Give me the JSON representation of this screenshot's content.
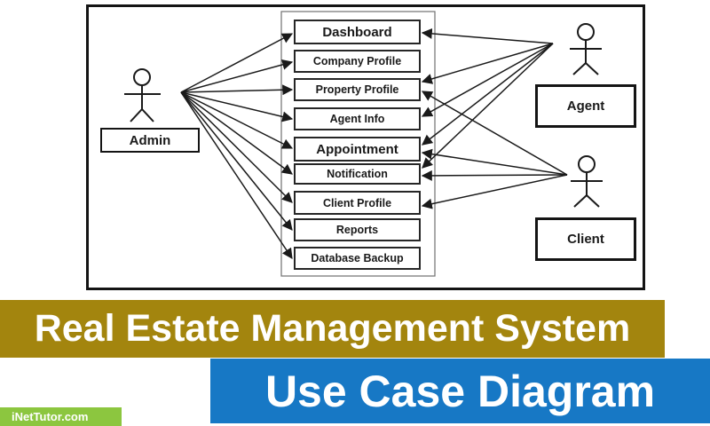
{
  "diagram": {
    "actors": [
      {
        "id": "admin",
        "label": "Admin"
      },
      {
        "id": "agent",
        "label": "Agent"
      },
      {
        "id": "client",
        "label": "Client"
      }
    ],
    "use_cases": [
      "Dashboard",
      "Company Profile",
      "Property Profile",
      "Agent Info",
      "Appointment",
      "Notification",
      "Client Profile",
      "Reports",
      "Database Backup"
    ],
    "connections": [
      {
        "from": "Admin",
        "to": [
          "Dashboard",
          "Company Profile",
          "Property Profile",
          "Agent Info",
          "Appointment",
          "Notification",
          "Client Profile",
          "Reports",
          "Database Backup"
        ]
      },
      {
        "from": "Agent",
        "to": [
          "Dashboard",
          "Property Profile",
          "Agent Info",
          "Appointment",
          "Notification"
        ]
      },
      {
        "from": "Client",
        "to": [
          "Property Profile",
          "Appointment",
          "Notification",
          "Client Profile"
        ]
      }
    ]
  },
  "banners": {
    "title": "Real Estate Management System",
    "subtitle": "Use Case Diagram",
    "watermark": "iNetTutor.com",
    "colors": {
      "title_bg": "#A3850E",
      "subtitle_bg": "#1778C5",
      "watermark_bg": "#8CC63F",
      "banner_text": "#FFFFFF",
      "line_color": "#1A1A1A"
    }
  }
}
